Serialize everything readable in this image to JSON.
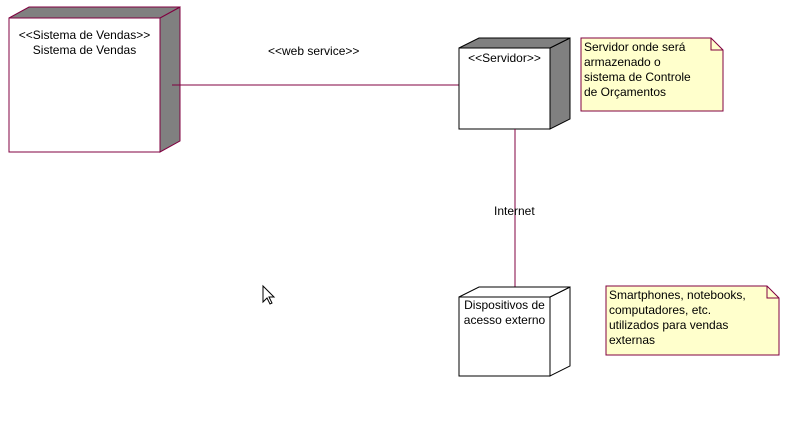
{
  "diagram": {
    "nodes": {
      "vendas": {
        "stereotype": "<<Sistema de Vendas>>",
        "name": "Sistema de Vendas"
      },
      "servidor": {
        "stereotype": "<<Servidor>>"
      },
      "dispositivos": {
        "name_line1": "Dispositivos de",
        "name_line2": "acesso externo"
      }
    },
    "connectors": {
      "vendas_servidor": "<<web service>>",
      "servidor_dispositivos": "Internet"
    },
    "notes": {
      "servidor_note": [
        "Servidor onde será",
        "armazenado o",
        "sistema de Controle",
        "de Orçamentos"
      ],
      "dispositivos_note": [
        "Smartphones, notebooks,",
        "computadores, etc.",
        "utilizados para vendas",
        "externas"
      ]
    },
    "colors": {
      "node_border": "#800040",
      "node_side": "#808080",
      "line": "#800040",
      "note_fill": "#ffffcc"
    }
  }
}
